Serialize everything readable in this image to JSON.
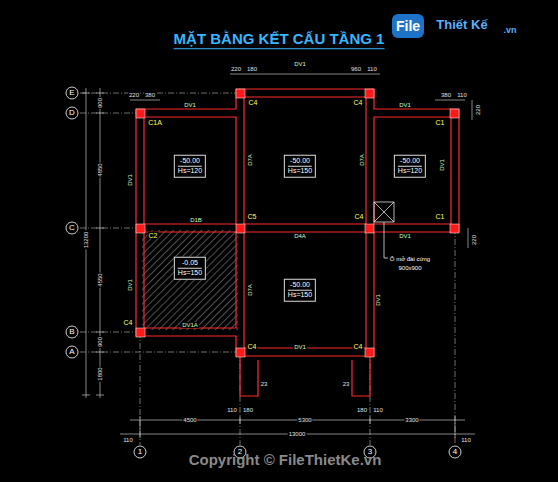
{
  "diagram": {
    "title": "MẶT BẰNG KẾT CẤU TẦNG 1",
    "nodes": [
      {
        "text": [
          "-50.00",
          "Hs=120"
        ]
      },
      {
        "text": [
          "-50.00",
          "Hs=150"
        ]
      },
      {
        "text": [
          "-50.00",
          "Hs=120"
        ]
      },
      {
        "text": [
          "-0.05",
          "Hs=150"
        ]
      },
      {
        "text": [
          "-50.00",
          "Hs=150"
        ]
      }
    ],
    "labels": [
      "E",
      "D",
      "C",
      "B",
      "A",
      "1",
      "2",
      "3",
      "4",
      "C4",
      "C4",
      "C1A",
      "C1",
      "C2",
      "C5",
      "C4",
      "C1",
      "C4",
      "C4",
      "C4",
      "DV1",
      "DV1",
      "DV1",
      "DV1",
      "D7A",
      "D7A",
      "DV1",
      "D1B",
      "D4A",
      "DV1",
      "DV1",
      "D7A",
      "DV1",
      "DV1A",
      "DV1",
      "Ô mở đài cứng",
      "900x900",
      "220",
      "180",
      "960",
      "110",
      "220",
      "380",
      "380",
      "110",
      "900",
      "4850",
      "4550",
      "900",
      "1800",
      "13200",
      "220",
      "220",
      "4500",
      "5300",
      "3300",
      "13000",
      "110",
      "110",
      "110",
      "180",
      "180",
      "110",
      "23",
      "23",
      "Copyright © FileThietKe.vn",
      "File",
      "Thiết Kế",
      ".vn"
    ]
  }
}
